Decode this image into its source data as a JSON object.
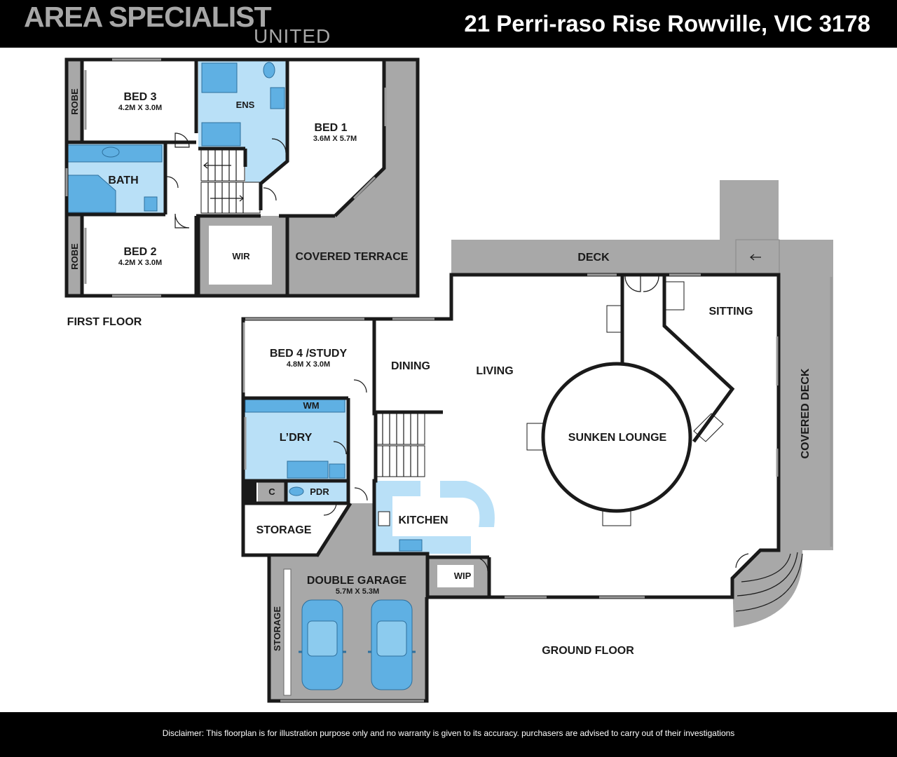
{
  "header": {
    "brand": "AREA SPECIALIST",
    "brand_sub": "UNITED",
    "address": "21 Perri-raso Rise Rowville, VIC 3178"
  },
  "first_floor": {
    "label": "FIRST FLOOR",
    "rooms": {
      "bed3": {
        "name": "BED 3",
        "dims": "4.2M X 3.0M"
      },
      "bed2": {
        "name": "BED 2",
        "dims": "4.2M X 3.0M"
      },
      "bed1": {
        "name": "BED 1",
        "dims": "3.6M X 5.7M"
      },
      "ens": {
        "name": "ENS"
      },
      "bath": {
        "name": "BATH"
      },
      "wir": {
        "name": "WIR"
      },
      "robe_top": {
        "name": "ROBE"
      },
      "robe_bottom": {
        "name": "ROBE"
      },
      "covered_terrace": {
        "name": "COVERED TERRACE"
      }
    }
  },
  "ground_floor": {
    "label": "GROUND FLOOR",
    "rooms": {
      "deck": {
        "name": "DECK"
      },
      "sitting": {
        "name": "SITTING"
      },
      "covered_deck": {
        "name": "COVERED DECK"
      },
      "bed4": {
        "name": "BED 4 /STUDY",
        "dims": "4.8M X 3.0M"
      },
      "dining": {
        "name": "DINING"
      },
      "living": {
        "name": "LIVING"
      },
      "sunken_lounge": {
        "name": "SUNKEN LOUNGE"
      },
      "laundry": {
        "name": "L’DRY"
      },
      "wm": {
        "name": "WM"
      },
      "cupboard": {
        "name": "C"
      },
      "pdr": {
        "name": "PDR"
      },
      "storage_left": {
        "name": "STORAGE"
      },
      "kitchen": {
        "name": "KITCHEN"
      },
      "wip": {
        "name": "WIP"
      },
      "garage": {
        "name": "DOUBLE GARAGE",
        "dims": "5.7M X 5.3M"
      },
      "storage_garage": {
        "name": "STORAGE"
      }
    }
  },
  "footer": {
    "disclaimer": "Disclaimer: This floorplan is for illustration purpose only and no warranty is given to its accuracy. purchasers are advised to carry out of their investigations"
  },
  "colors": {
    "wet_area": "#b9e0f7",
    "fixture": "#5fb0e3",
    "outdoor": "#a8a8a8",
    "wall": "#1a1a1a"
  }
}
